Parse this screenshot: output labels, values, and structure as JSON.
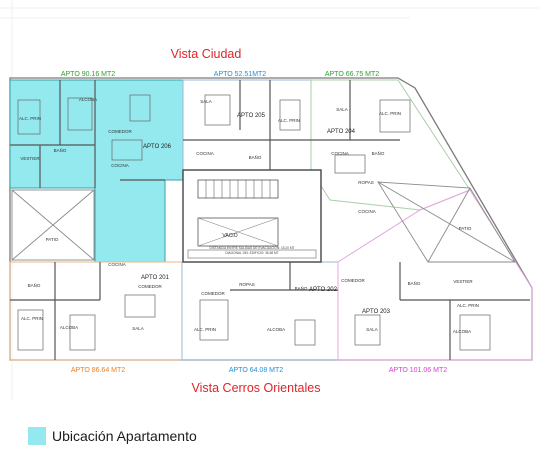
{
  "views": {
    "top": "Vista Ciudad",
    "bottom": "Vista Cerros Orientales",
    "color": "#e0242a"
  },
  "apartments": [
    {
      "area_label": "APTO  90.16 MT2",
      "name": "APTO 206",
      "color": "#2ca02c",
      "highlighted": true
    },
    {
      "area_label": "APTO  52.51MT2",
      "name": "APTO 205",
      "color": "#1f8fd6",
      "highlighted": false
    },
    {
      "area_label": "APTO  66.75 MT2",
      "name": "APTO 204",
      "color": "#2ca02c",
      "highlighted": false
    },
    {
      "area_label": "APTO  86.64 MT2",
      "name": "APTO 201",
      "color": "#f07f1e",
      "highlighted": false
    },
    {
      "area_label": "APTO  64.08 MT2",
      "name": "APTO 202",
      "color": "#1f8fd6",
      "highlighted": false
    },
    {
      "area_label": "APTO  101.06  MT2",
      "name": "APTO 203",
      "color": "#d63fd0",
      "highlighted": false
    }
  ],
  "room_labels": {
    "alcoba": "ALCOBA",
    "alc_prin": "ALC. PRIN",
    "vestier": "VESTIER",
    "bano": "BAÑO",
    "comedor": "COMEDOR",
    "sala": "SALA",
    "cocina": "COCINA",
    "ropas": "ROPAS",
    "patio": "PATIO",
    "vacio": "VACIO"
  },
  "core_note": [
    "DISTANCIA ENTRE SALIDAS DE EVACUACION: 15.20 MT",
    "DIAGONAL DEL EDIFICIO: 36.68 MT"
  ],
  "legend": {
    "label": "Ubicación Apartamento",
    "color": "#94e9ee"
  }
}
